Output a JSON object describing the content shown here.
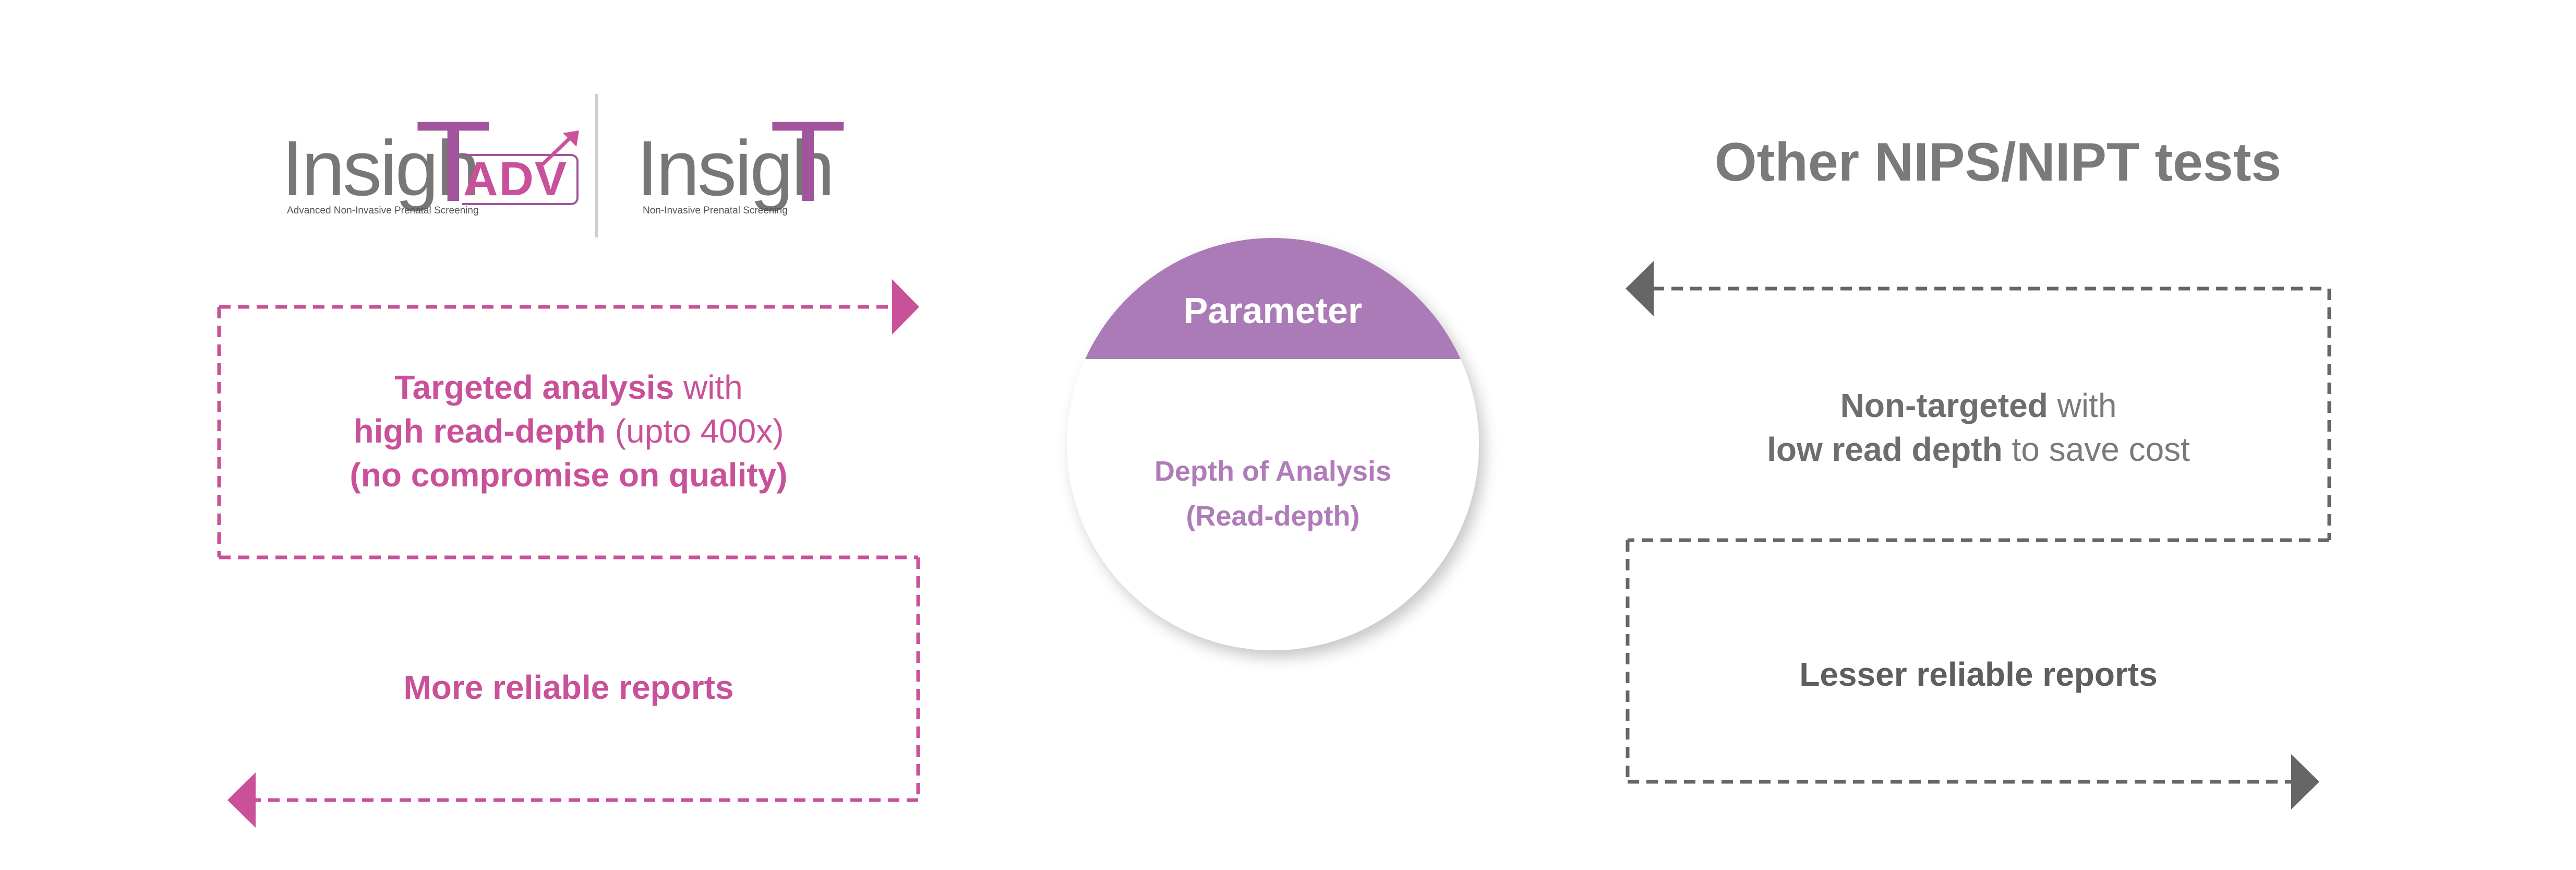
{
  "colors": {
    "pink": "#c9519a",
    "purple": "#ab7bb7",
    "purple_text": "#b07bb9",
    "gray_text": "#7a7a7a",
    "dark_gray": "#5e5e5e",
    "line_gray": "#666666"
  },
  "left": {
    "logo_adv": {
      "word": "Insigh",
      "t_letter": "T",
      "badge": "ADV",
      "tagline": "Advanced Non-Invasive Prenatal Screening"
    },
    "logo_std": {
      "word": "Insigh",
      "t_letter": "T",
      "tagline": "Non-Invasive Prenatal Screening"
    },
    "analysis": {
      "line1_bold": "Targeted analysis",
      "line1_rest": " with",
      "line2_bold": "high read-depth",
      "line2_rest": " (upto 400x)",
      "line3_bold": "(no compromise on quality)"
    },
    "result": "More reliable reports"
  },
  "center": {
    "parameter": "Parameter",
    "line1": "Depth of Analysis",
    "line2": "(Read-depth)"
  },
  "right": {
    "title": "Other NIPS/NIPT tests",
    "analysis": {
      "line1_bold": "Non-targeted",
      "line1_rest": " with",
      "line2_bold": "low read depth",
      "line2_rest": " to save cost"
    },
    "result": "Lesser reliable reports"
  }
}
